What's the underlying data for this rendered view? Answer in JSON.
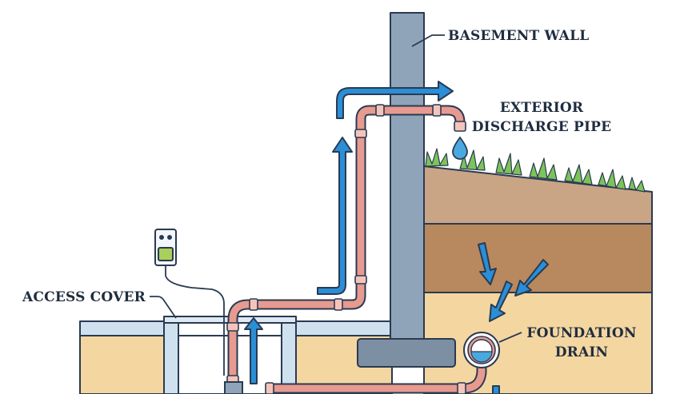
{
  "labels": {
    "basement_wall": "BASEMENT WALL",
    "exterior_discharge_line1": "EXTERIOR",
    "exterior_discharge_line2": "DISCHARGE PIPE",
    "access_cover": "ACCESS COVER",
    "foundation_drain_line1": "FOUNDATION",
    "foundation_drain_line2": "DRAIN"
  },
  "colors": {
    "outline": "#2a3a52",
    "wall": "#8fa4b8",
    "footing": "#7d8fa3",
    "pipe": "#e79a8f",
    "pipe_joint": "#f4c4bb",
    "flow_arrow": "#2a8fd6",
    "soil_top": "#c9a586",
    "soil_mid": "#b8895e",
    "soil_bottom": "#f4d6a0",
    "grass": "#7cc35a",
    "slab": "#cfe0ee",
    "water": "#4aa8e0"
  },
  "icons": [
    "water-drop-icon",
    "electrical-outlet-icon",
    "flow-arrow-icon",
    "grass-icon"
  ]
}
